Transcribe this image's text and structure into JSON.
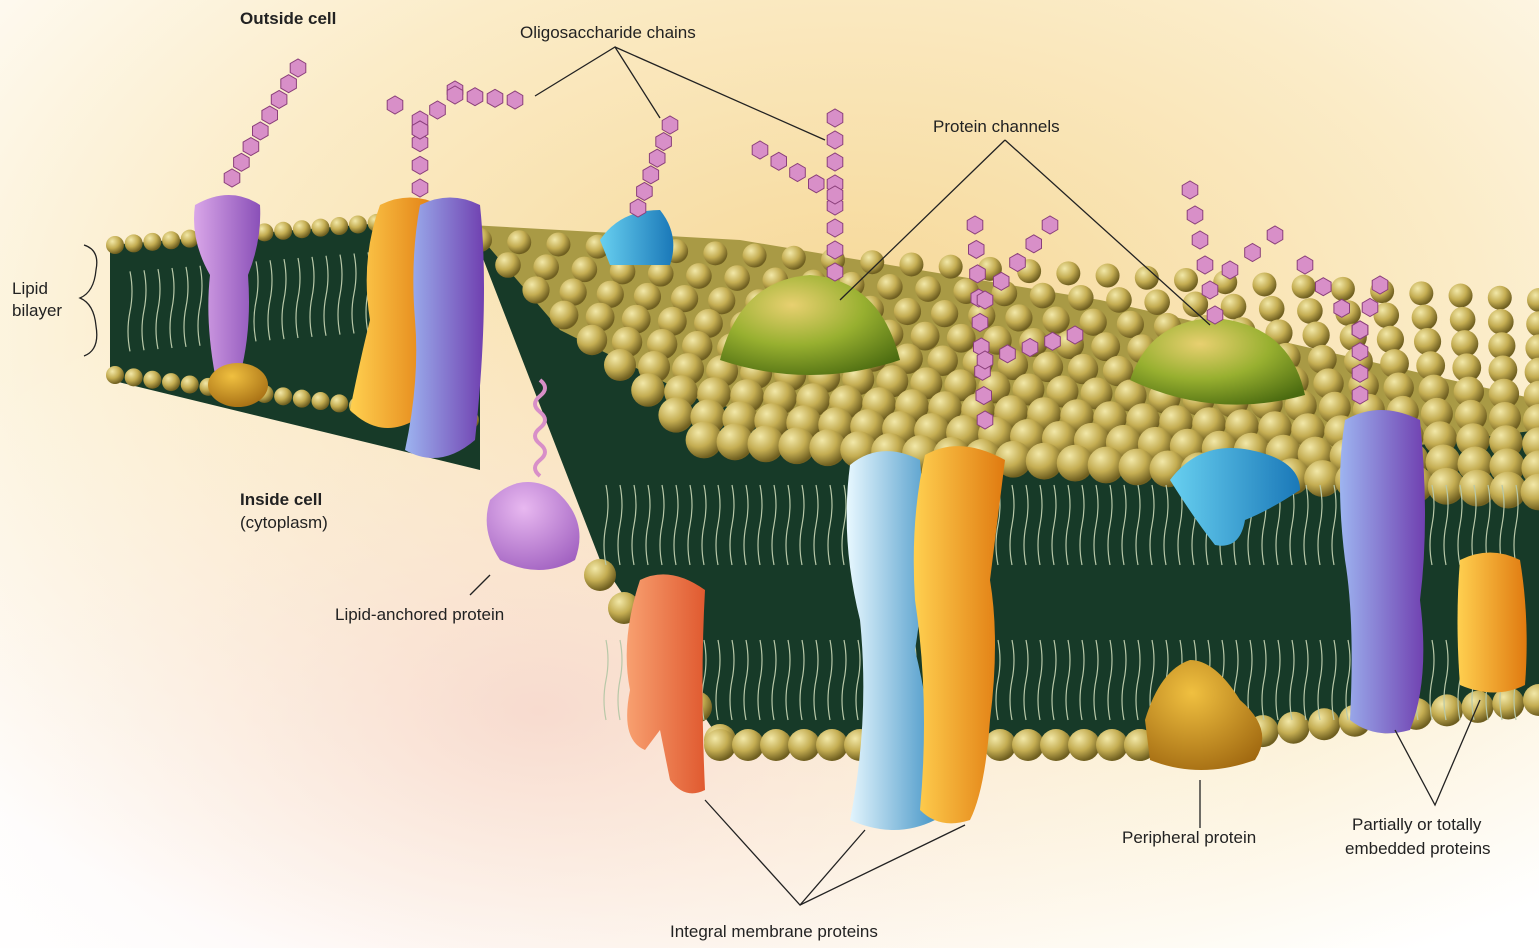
{
  "labels": {
    "outside_cell": "Outside cell",
    "oligosaccharide_chains": "Oligosaccharide chains",
    "protein_channels": "Protein channels",
    "lipid_line1": "Lipid",
    "lipid_line2": "bilayer",
    "inside_cell_line1": "Inside cell",
    "inside_cell_line2": "(cytoplasm)",
    "lipid_anchored_protein": "Lipid-anchored protein",
    "peripheral_protein": "Peripheral protein",
    "partially_line1": "Partially or totally",
    "partially_line2": "embedded proteins",
    "integral_membrane_proteins": "Integral membrane proteins"
  },
  "colors": {
    "background_glow": "#f5dca0",
    "membrane_core": "#173a28",
    "lipid_head": "#c8b45a",
    "sugar": "#d88fc8",
    "protein_purple": "#b07ed0",
    "protein_orange": "#f0a020",
    "protein_blue": "#7f8fe0",
    "protein_cyan": "#2fa8d8",
    "channel_green": "#8ca830",
    "protein_salmon": "#f08050",
    "protein_light_blue": "#a8d8ec",
    "peripheral_gold": "#c88c20"
  }
}
